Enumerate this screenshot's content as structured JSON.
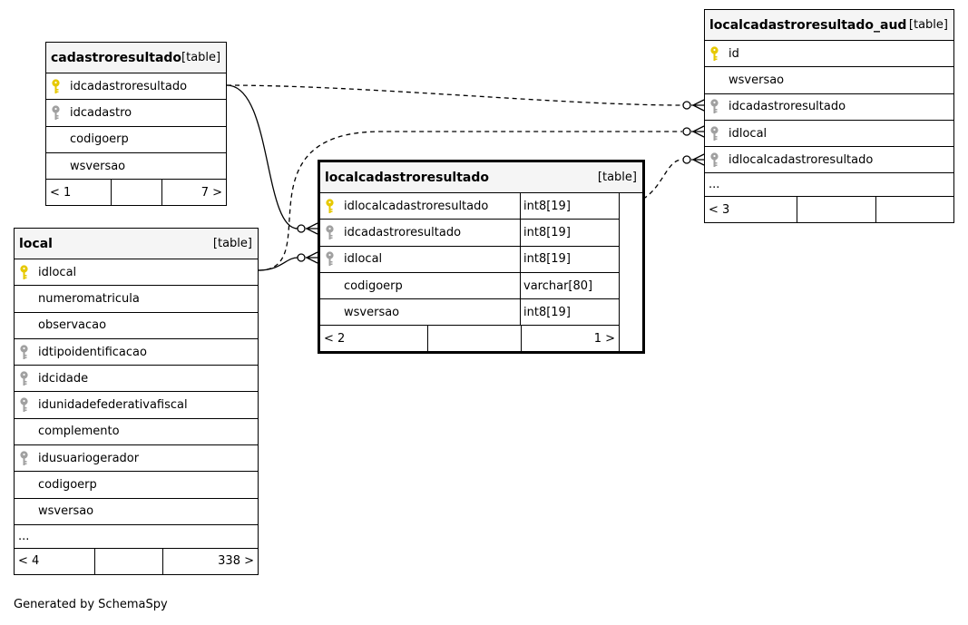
{
  "colors": {
    "primary_key": "#e6c800",
    "foreign_key": "#a0a0a0"
  },
  "tables": {
    "cadastroresultado": {
      "name": "cadastroresultado",
      "type": "[table]",
      "columns": [
        {
          "name": "idcadastroresultado",
          "key": "primary"
        },
        {
          "name": "idcadastro",
          "key": "foreign"
        },
        {
          "name": "codigoerp",
          "key": ""
        },
        {
          "name": "wsversao",
          "key": ""
        }
      ],
      "footer": {
        "left": "< 1",
        "right": "7 >"
      }
    },
    "local": {
      "name": "local",
      "type": "[table]",
      "columns": [
        {
          "name": "idlocal",
          "key": "primary"
        },
        {
          "name": "numeromatricula",
          "key": ""
        },
        {
          "name": "observacao",
          "key": ""
        },
        {
          "name": "idtipoidentificacao",
          "key": "foreign"
        },
        {
          "name": "idcidade",
          "key": "foreign"
        },
        {
          "name": "idunidadefederativafiscal",
          "key": "foreign"
        },
        {
          "name": "complemento",
          "key": ""
        },
        {
          "name": "idusuariogerador",
          "key": "foreign"
        },
        {
          "name": "codigoerp",
          "key": ""
        },
        {
          "name": "wsversao",
          "key": ""
        }
      ],
      "more": "...",
      "footer": {
        "left": "< 4",
        "right": "338 >"
      }
    },
    "localcadastroresultado": {
      "name": "localcadastroresultado",
      "type": "[table]",
      "columns": [
        {
          "name": "idlocalcadastroresultado",
          "key": "primary",
          "datatype": "int8[19]"
        },
        {
          "name": "idcadastroresultado",
          "key": "foreign",
          "datatype": "int8[19]"
        },
        {
          "name": "idlocal",
          "key": "foreign",
          "datatype": "int8[19]"
        },
        {
          "name": "codigoerp",
          "key": "",
          "datatype": "varchar[80]"
        },
        {
          "name": "wsversao",
          "key": "",
          "datatype": "int8[19]"
        }
      ],
      "footer": {
        "left": "< 2",
        "right": "1 >"
      }
    },
    "localcadastroresultado_aud": {
      "name": "localcadastroresultado_aud",
      "type": "[table]",
      "columns": [
        {
          "name": "id",
          "key": "primary"
        },
        {
          "name": "wsversao",
          "key": ""
        },
        {
          "name": "idcadastroresultado",
          "key": "foreign"
        },
        {
          "name": "idlocal",
          "key": "foreign"
        },
        {
          "name": "idlocalcadastroresultado",
          "key": "foreign"
        }
      ],
      "more": "...",
      "footer": {
        "left": "< 3",
        "right": ""
      }
    }
  },
  "generated_by": "Generated by SchemaSpy"
}
